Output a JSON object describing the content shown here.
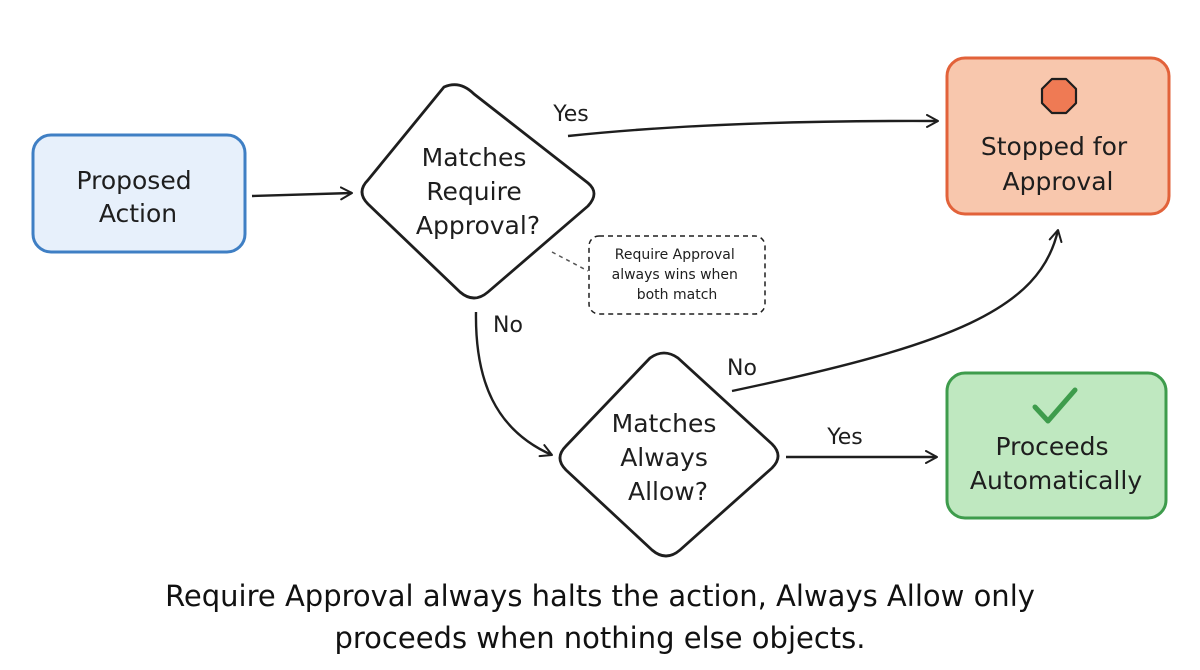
{
  "nodes": {
    "proposed": {
      "lines": [
        "Proposed",
        "Action"
      ],
      "fill": "#e7f0fb",
      "stroke": "#3f7fc4"
    },
    "decision_require": {
      "lines": [
        "Matches",
        "Require",
        "Approval?"
      ]
    },
    "stopped": {
      "lines": [
        "Stopped for",
        "Approval"
      ],
      "fill": "#f8c7ad",
      "stroke": "#e2623a",
      "icon": "stop-octagon-icon",
      "icon_color": "#ef7a54"
    },
    "decision_allow": {
      "lines": [
        "Matches",
        "Always",
        "Allow?"
      ]
    },
    "proceeds": {
      "lines": [
        "Proceeds",
        "Automatically"
      ],
      "fill": "#bfe8c0",
      "stroke": "#3e9c4c",
      "icon": "check-icon",
      "icon_color": "#3e9c4c"
    }
  },
  "edges": {
    "require_yes": "Yes",
    "require_no": "No",
    "allow_no": "No",
    "allow_yes": "Yes"
  },
  "note": {
    "lines": [
      "Require Approval",
      "always wins when",
      "both match"
    ]
  },
  "caption": {
    "line1": "Require Approval always halts the action, Always Allow only",
    "line2": "proceeds when nothing else objects."
  }
}
